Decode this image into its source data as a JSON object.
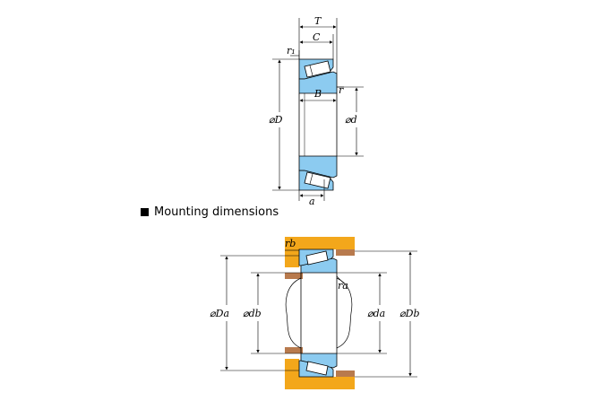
{
  "labels": {
    "T": "T",
    "C": "C",
    "r1": "r₁",
    "B": "B",
    "r": "r",
    "D": "⌀D",
    "d": "⌀d",
    "a": "a",
    "rb": "rb",
    "ra": "ra",
    "Da": "⌀Da",
    "db": "⌀db",
    "da": "⌀da",
    "Db": "⌀Db"
  },
  "section": {
    "heading": "Mounting dimensions"
  },
  "colors": {
    "bearing_blue": "#8ccbf0",
    "housing_orange": "#f3a71b",
    "spacer_brown": "#b87a4d",
    "line": "#000000"
  }
}
